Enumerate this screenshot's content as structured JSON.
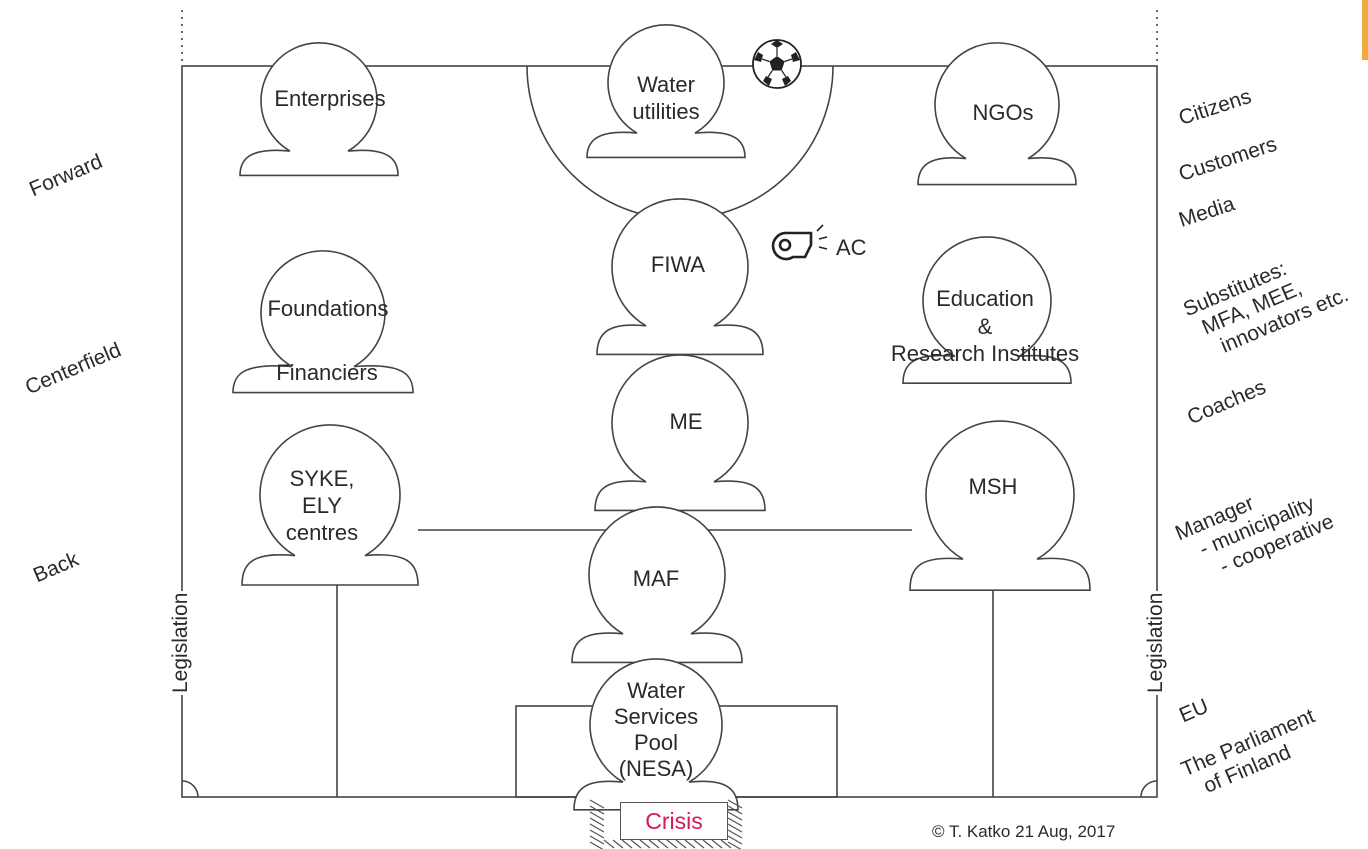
{
  "positions": {
    "forward": "Forward",
    "centerfield": "Centerfield",
    "back": "Back"
  },
  "legislation_left": "Legislation",
  "legislation_right": "Legislation",
  "players": {
    "enterprises": "Enterprises",
    "water_utilities": [
      "Water",
      "utilities"
    ],
    "ngos": "NGOs",
    "fiwa": "FIWA",
    "ac": "AC",
    "foundations": "Foundations",
    "financiers": "Financiers",
    "education": [
      "Education",
      "&",
      "Research Institutes"
    ],
    "me": "ME",
    "syke": [
      "SYKE,",
      "ELY",
      "centres"
    ],
    "msh": "MSH",
    "maf": "MAF",
    "goalkeeper": [
      "Water",
      "Services",
      "Pool",
      "(NESA)"
    ]
  },
  "crisis": "Crisis",
  "sideline": {
    "citizens": "Citizens",
    "customers": "Customers",
    "media": "Media",
    "substitutes": [
      "Substitutes:",
      "MFA, MEE,",
      "innovators etc."
    ],
    "coaches": "Coaches",
    "manager": [
      "Manager",
      "- municipality",
      "- cooperative"
    ],
    "eu": "EU",
    "parliament": [
      "The Parliament",
      "of Finland"
    ]
  },
  "copyright": "© T. Katko 21 Aug, 2017",
  "colors": {
    "line": "#444444",
    "crisis": "#d6185a",
    "accent": "#f2a93b"
  }
}
